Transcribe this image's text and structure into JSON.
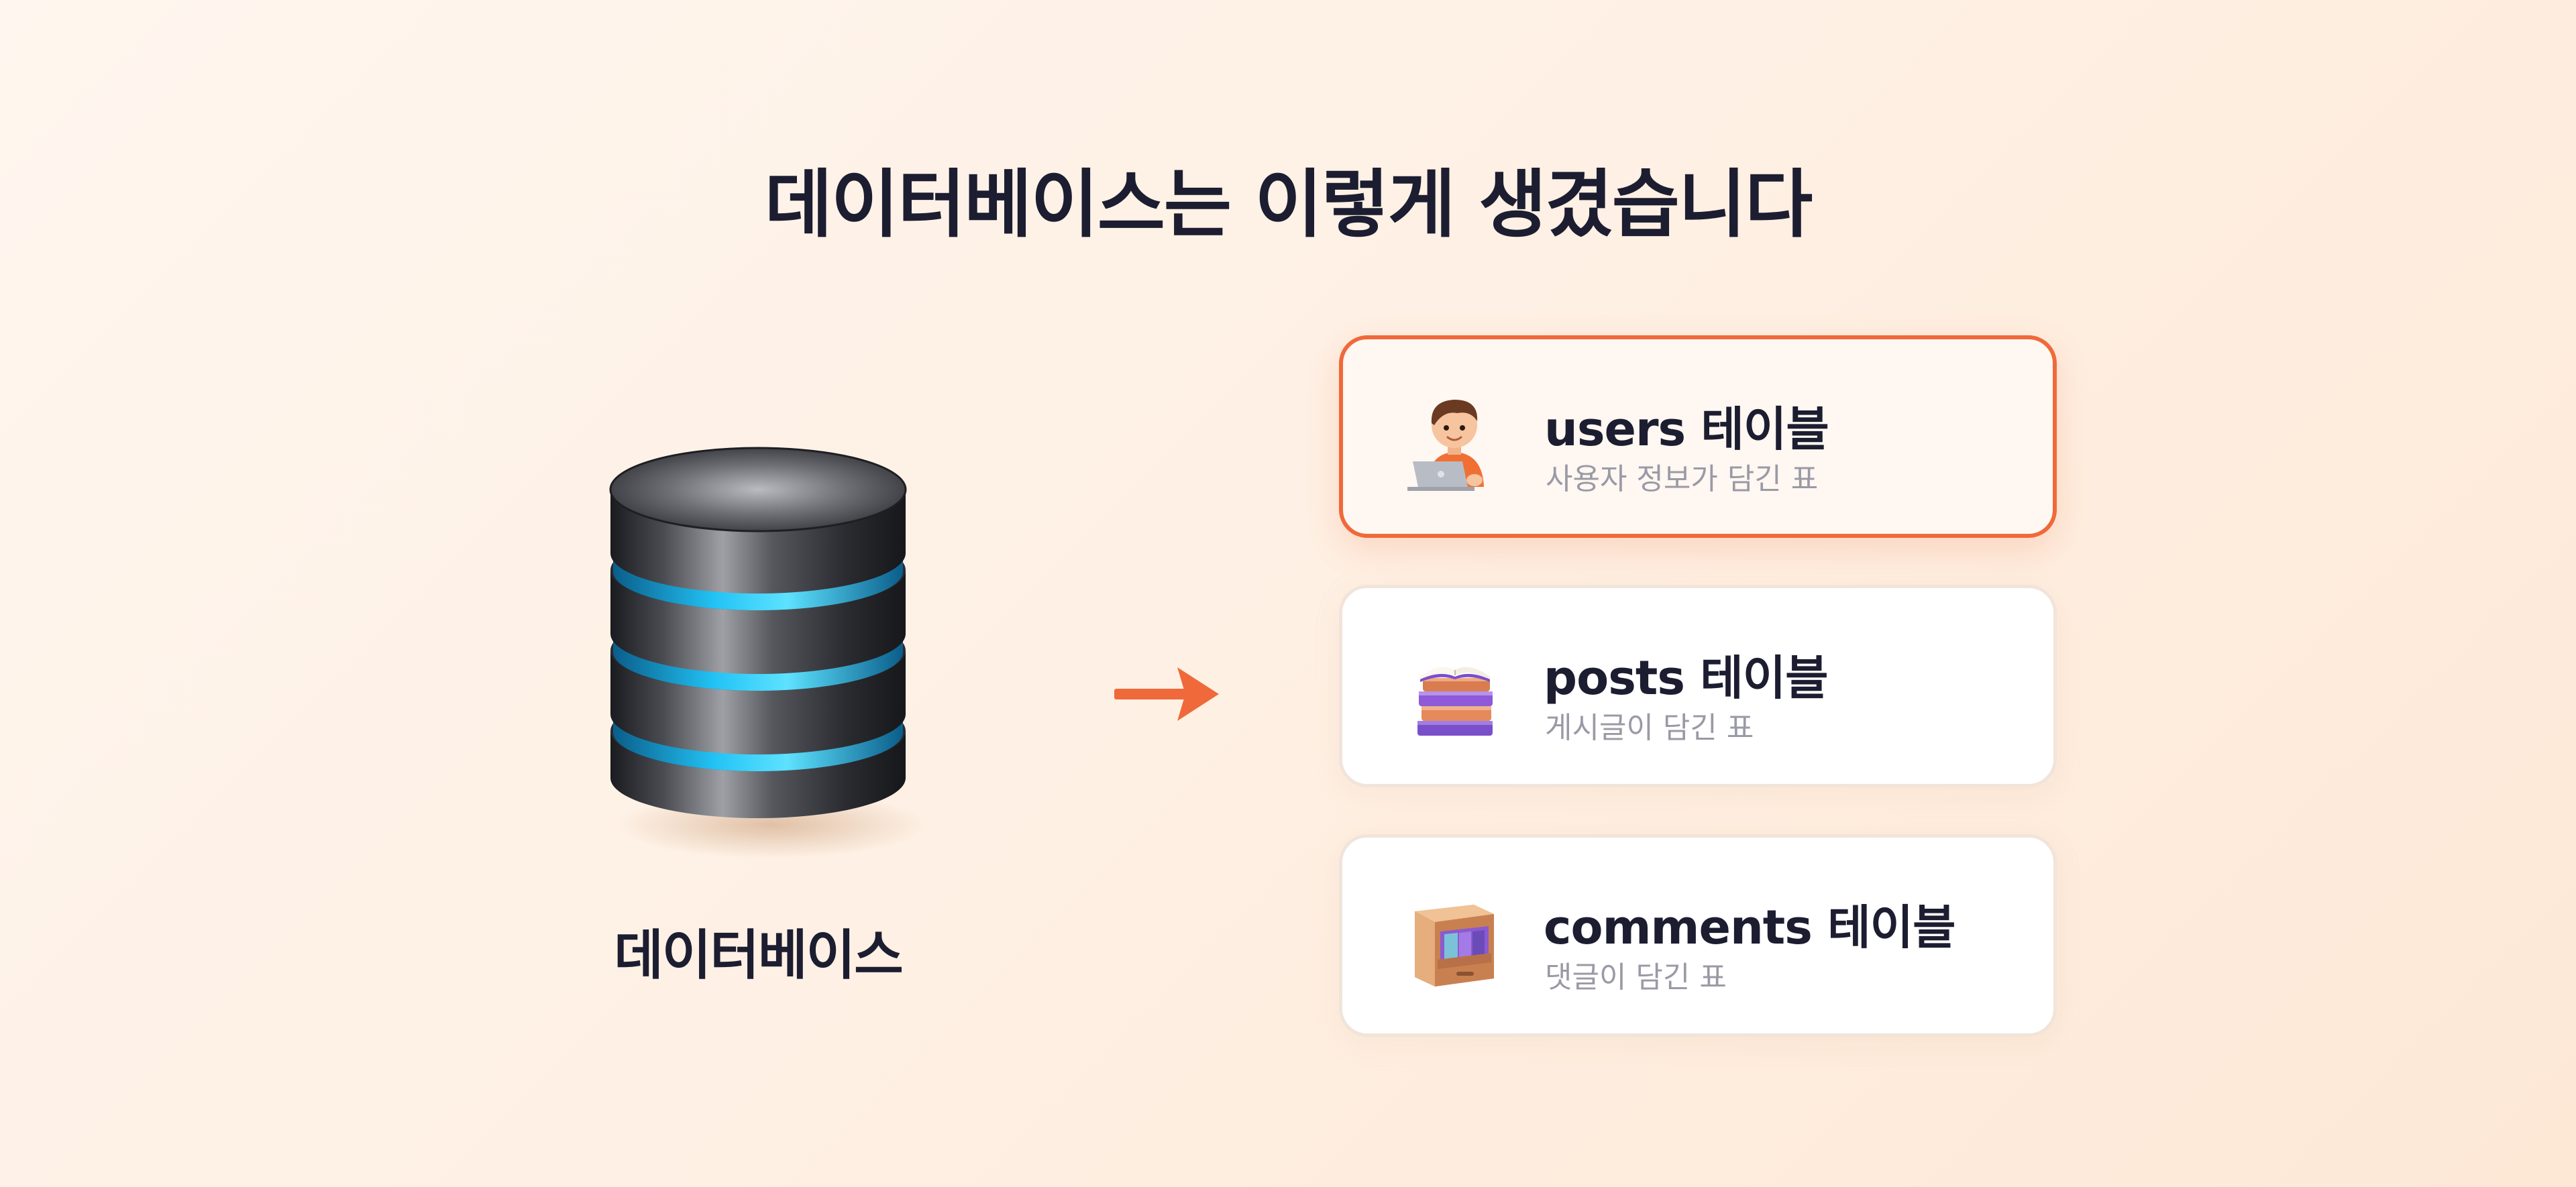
{
  "title": "데이터베이스는 이렇게 생겼습니다",
  "database": {
    "label": "데이터베이스",
    "icon": "database-icon"
  },
  "arrow": {
    "icon": "arrow-right-icon",
    "color": "#f0693a"
  },
  "tables": [
    {
      "name": "users 테이블",
      "description": "사용자 정보가 담긴 표",
      "icon": "user-laptop-icon",
      "highlighted": true
    },
    {
      "name": "posts 테이블",
      "description": "게시글이 담긴 표",
      "icon": "books-icon",
      "highlighted": false
    },
    {
      "name": "comments 테이블",
      "description": "댓글이 담긴 표",
      "icon": "file-cabinet-icon",
      "highlighted": false
    }
  ],
  "colors": {
    "accent": "#f0693a",
    "text": "#1c1d30",
    "muted": "#9a9aa6",
    "glow": "#22c3f5"
  }
}
